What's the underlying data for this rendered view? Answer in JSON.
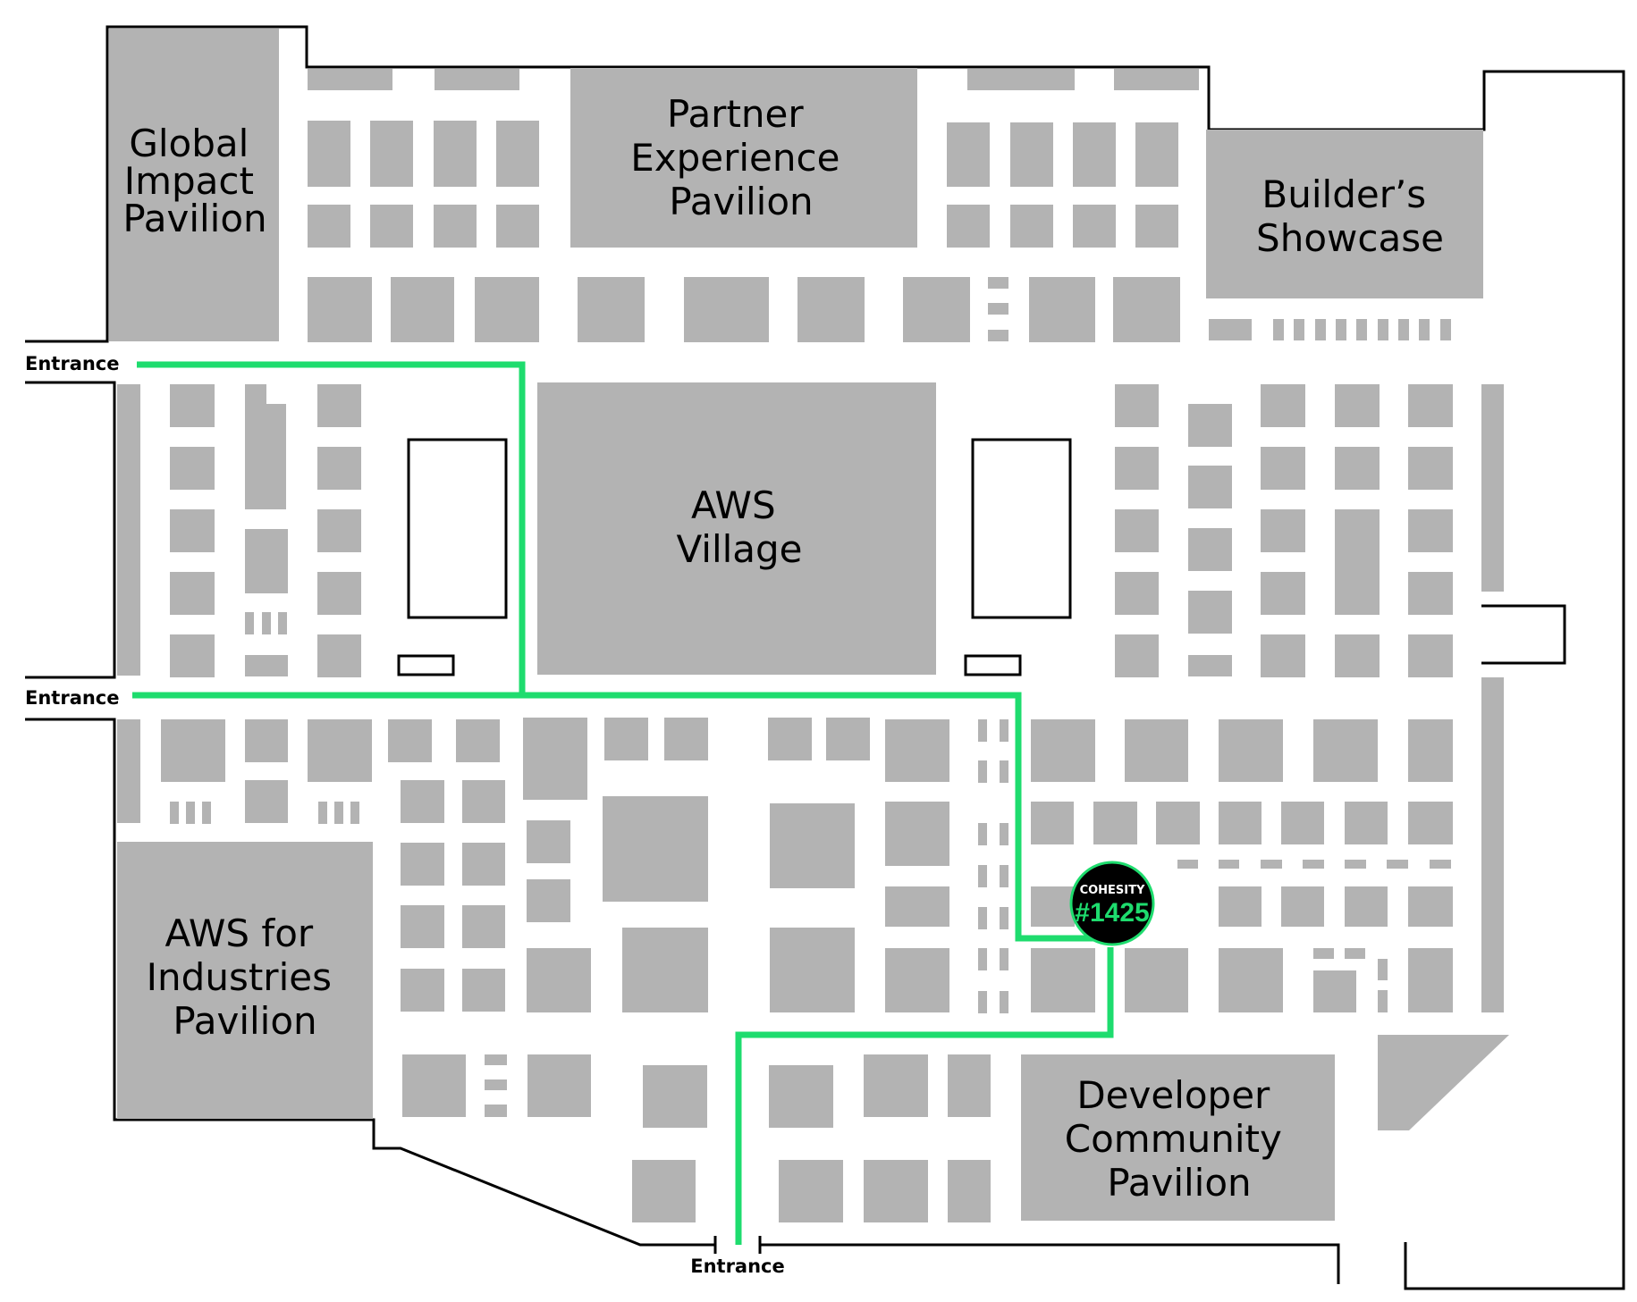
{
  "areas": {
    "global_impact": [
      "Global",
      "Impact",
      "Pavilion"
    ],
    "partner_experience": [
      "Partner",
      "Experience",
      "Pavilion"
    ],
    "builders_showcase": [
      "Builder’s",
      "Showcase"
    ],
    "aws_village": [
      "AWS",
      "Village"
    ],
    "aws_industries": [
      "AWS for",
      "Industries",
      "Pavilion"
    ],
    "developer_community": [
      "Developer",
      "Community",
      "Pavilion"
    ]
  },
  "entrances": {
    "top_left": "Entrance",
    "mid_left": "Entrance",
    "bottom": "Entrance"
  },
  "booth_marker": {
    "brand": "COHESITY",
    "number": "#1425"
  },
  "colors": {
    "route": "#1edc6e",
    "booth_fill": "#b3b3b3",
    "marker_bg": "#000000"
  }
}
